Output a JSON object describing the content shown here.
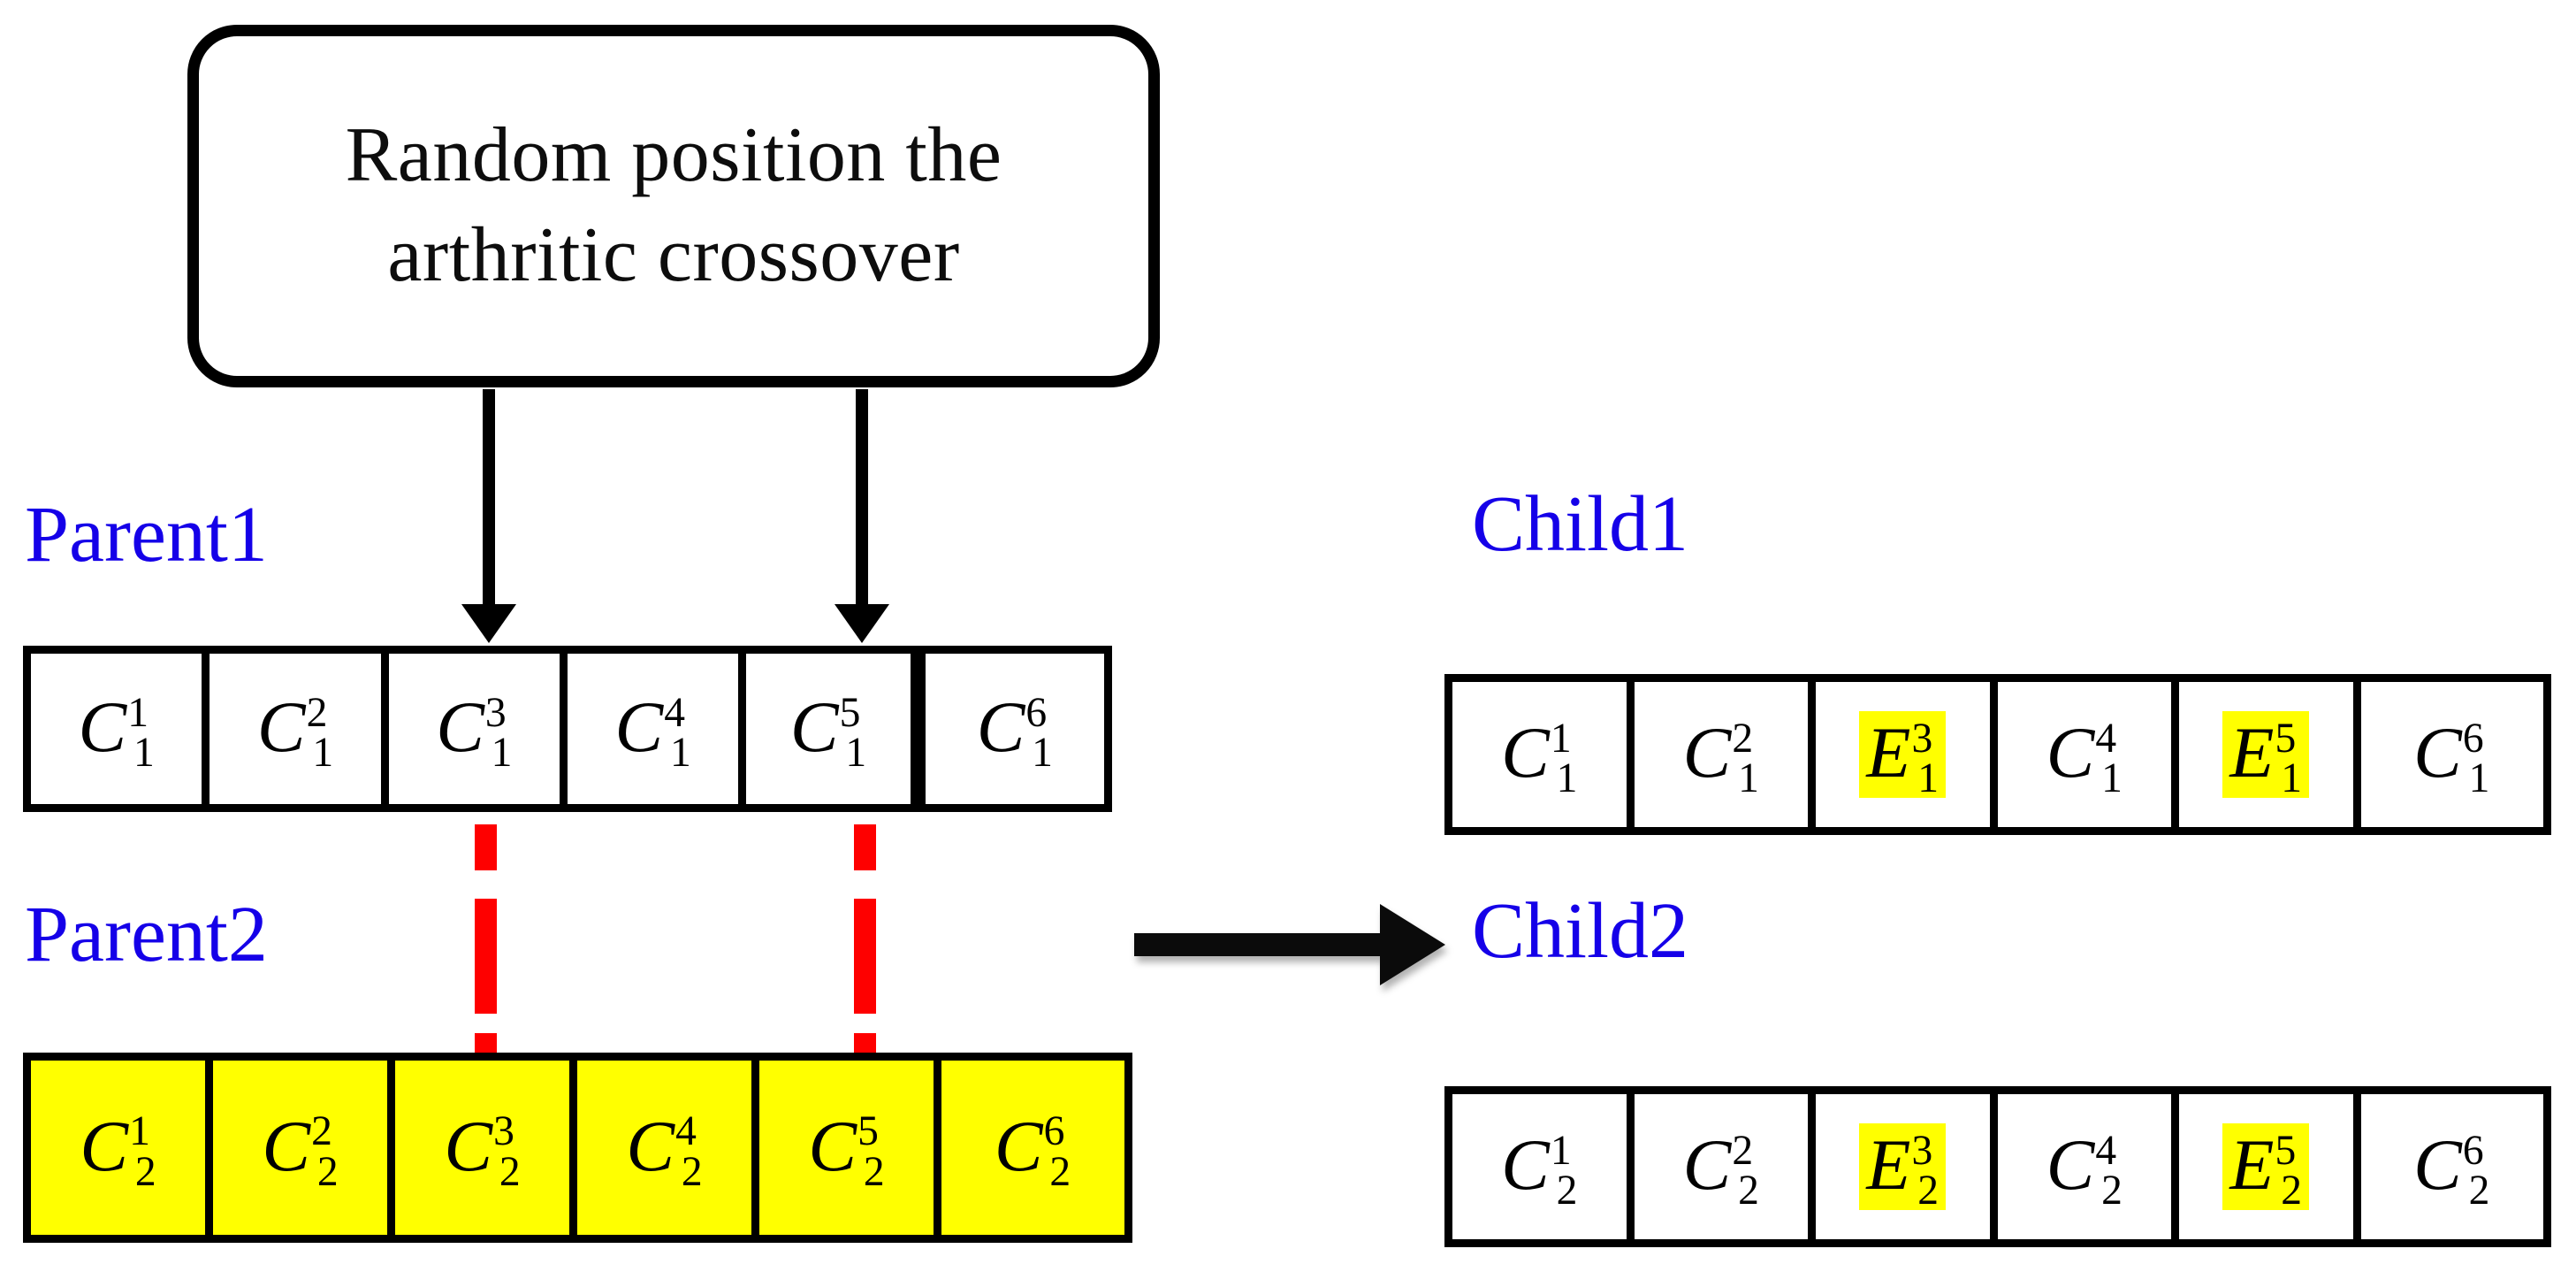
{
  "callout": {
    "name": "random-crossover-note",
    "lines": [
      "Random position the",
      "arthritic crossover"
    ]
  },
  "colors": {
    "label_blue": "#1500E8",
    "highlight_yellow": "#FFFF00",
    "crossover_red": "#FE0000",
    "outline_black": "#000000"
  },
  "labels": {
    "parent1": "Parent1",
    "parent2": "Parent2",
    "child1": "Child1",
    "child2": "Child2"
  },
  "chromosomes": {
    "parent1": {
      "label": "Parent1",
      "filled": false,
      "genes": [
        {
          "symbol": "C",
          "sup": "1",
          "sub": "1",
          "highlight": false
        },
        {
          "symbol": "C",
          "sup": "2",
          "sub": "1",
          "highlight": false
        },
        {
          "symbol": "C",
          "sup": "3",
          "sub": "1",
          "highlight": false
        },
        {
          "symbol": "C",
          "sup": "4",
          "sub": "1",
          "highlight": false
        },
        {
          "symbol": "C",
          "sup": "5",
          "sub": "1",
          "highlight": false
        },
        {
          "symbol": "C",
          "sup": "6",
          "sub": "1",
          "highlight": false
        }
      ]
    },
    "parent2": {
      "label": "Parent2",
      "filled": true,
      "genes": [
        {
          "symbol": "C",
          "sup": "1",
          "sub": "2",
          "highlight": false
        },
        {
          "symbol": "C",
          "sup": "2",
          "sub": "2",
          "highlight": false
        },
        {
          "symbol": "C",
          "sup": "3",
          "sub": "2",
          "highlight": false
        },
        {
          "symbol": "C",
          "sup": "4",
          "sub": "2",
          "highlight": false
        },
        {
          "symbol": "C",
          "sup": "5",
          "sub": "2",
          "highlight": false
        },
        {
          "symbol": "C",
          "sup": "6",
          "sub": "2",
          "highlight": false
        }
      ]
    },
    "child1": {
      "label": "Child1",
      "filled": false,
      "genes": [
        {
          "symbol": "C",
          "sup": "1",
          "sub": "1",
          "highlight": false
        },
        {
          "symbol": "C",
          "sup": "2",
          "sub": "1",
          "highlight": false
        },
        {
          "symbol": "E",
          "sup": "3",
          "sub": "1",
          "highlight": true
        },
        {
          "symbol": "C",
          "sup": "4",
          "sub": "1",
          "highlight": false
        },
        {
          "symbol": "E",
          "sup": "5",
          "sub": "1",
          "highlight": true
        },
        {
          "symbol": "C",
          "sup": "6",
          "sub": "1",
          "highlight": false
        }
      ]
    },
    "child2": {
      "label": "Child2",
      "filled": false,
      "genes": [
        {
          "symbol": "C",
          "sup": "1",
          "sub": "2",
          "highlight": false
        },
        {
          "symbol": "C",
          "sup": "2",
          "sub": "2",
          "highlight": false
        },
        {
          "symbol": "E",
          "sup": "3",
          "sub": "2",
          "highlight": true
        },
        {
          "symbol": "C",
          "sup": "4",
          "sub": "2",
          "highlight": false
        },
        {
          "symbol": "E",
          "sup": "5",
          "sub": "2",
          "highlight": true
        },
        {
          "symbol": "C",
          "sup": "6",
          "sub": "2",
          "highlight": false
        }
      ]
    }
  },
  "crossover_points": [
    3,
    5
  ],
  "connectors": {
    "down_arrows": 2,
    "dashed_columns": 2,
    "transfer_arrow": "right"
  }
}
